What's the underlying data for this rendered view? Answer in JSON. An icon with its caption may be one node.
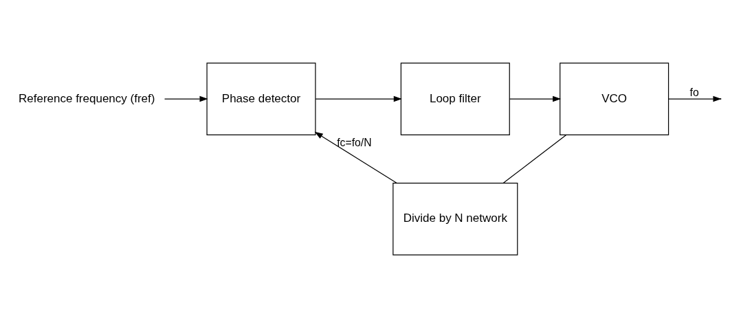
{
  "diagram": {
    "nodes": [
      {
        "text": [
          "Reference frequency (fref)"
        ]
      },
      {
        "text": [
          "Phase detector"
        ]
      },
      {
        "text": [
          "Loop filter"
        ]
      },
      {
        "text": [
          "VCO"
        ]
      },
      {
        "text": [
          "Divide by N network"
        ]
      }
    ],
    "edges": [
      {
        "from": 0,
        "to": 1,
        "arrow": "to"
      },
      {
        "from": 1,
        "to": 2,
        "arrow": "to"
      },
      {
        "from": 2,
        "to": 3,
        "arrow": "to"
      },
      {
        "from": 3,
        "to": null,
        "arrow": "to",
        "label": "fo"
      },
      {
        "from": 3,
        "to": 4,
        "arrow": "none"
      },
      {
        "from": 4,
        "to": 1,
        "arrow": "to",
        "label": "fc=fo/N"
      }
    ]
  }
}
